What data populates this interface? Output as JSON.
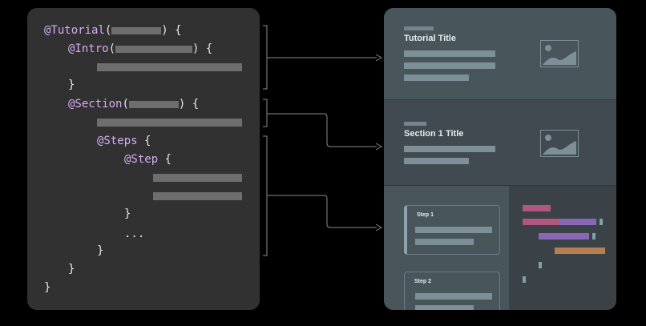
{
  "code": {
    "tutorial": {
      "keyword": "@Tutorial",
      "open": "(",
      "close": ") {"
    },
    "intro": {
      "keyword": "@Intro",
      "open": "(",
      "close": ") {"
    },
    "intro_close": "}",
    "section": {
      "keyword": "@Section",
      "open": "(",
      "close": ") {"
    },
    "steps": {
      "keyword": "@Steps",
      "close": " {"
    },
    "step": {
      "keyword": "@Step",
      "close": " {"
    },
    "step_close": "}",
    "ellipsis": "...",
    "steps_close": "}",
    "section_close": "}",
    "tutorial_close": "}"
  },
  "preview": {
    "tutorial_title": "Tutorial Title",
    "section_title": "Section 1 Title",
    "steps": [
      "Step 1",
      "Step 2"
    ]
  },
  "colors": {
    "keyword": "#d6aef2",
    "intro_bg": "#48565c",
    "section_bg": "#404a50",
    "steps_bg": "#3a4247",
    "code_pink": "#b0567f",
    "code_purple": "#8a67b4",
    "code_orange": "#b57f52",
    "code_teal": "#7ea4a7"
  },
  "icons": [
    "image-icon",
    "bracket-connector",
    "arrow-connector"
  ]
}
